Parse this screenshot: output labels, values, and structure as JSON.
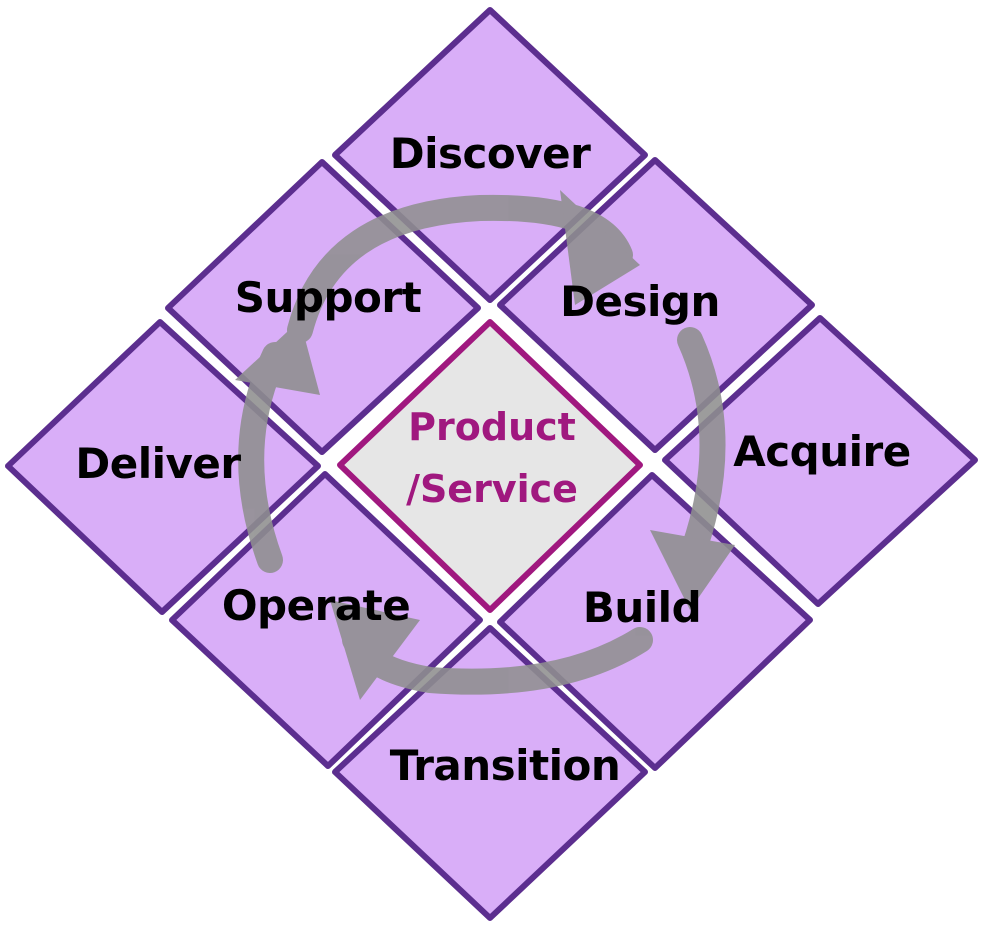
{
  "center": {
    "line1": "Product",
    "line2": "/Service"
  },
  "stages": {
    "discover": "Discover",
    "design": "Design",
    "acquire": "Acquire",
    "build": "Build",
    "transition": "Transition",
    "operate": "Operate",
    "deliver": "Deliver",
    "support": "Support"
  },
  "colors": {
    "tile_fill": "#d9aef8",
    "tile_stroke": "#5c2e8f",
    "center_fill": "#e6e6e6",
    "center_stroke": "#a0187f",
    "center_text": "#a0187f",
    "cycle_arrow": "#8f8f8f",
    "label_text": "#000000"
  }
}
